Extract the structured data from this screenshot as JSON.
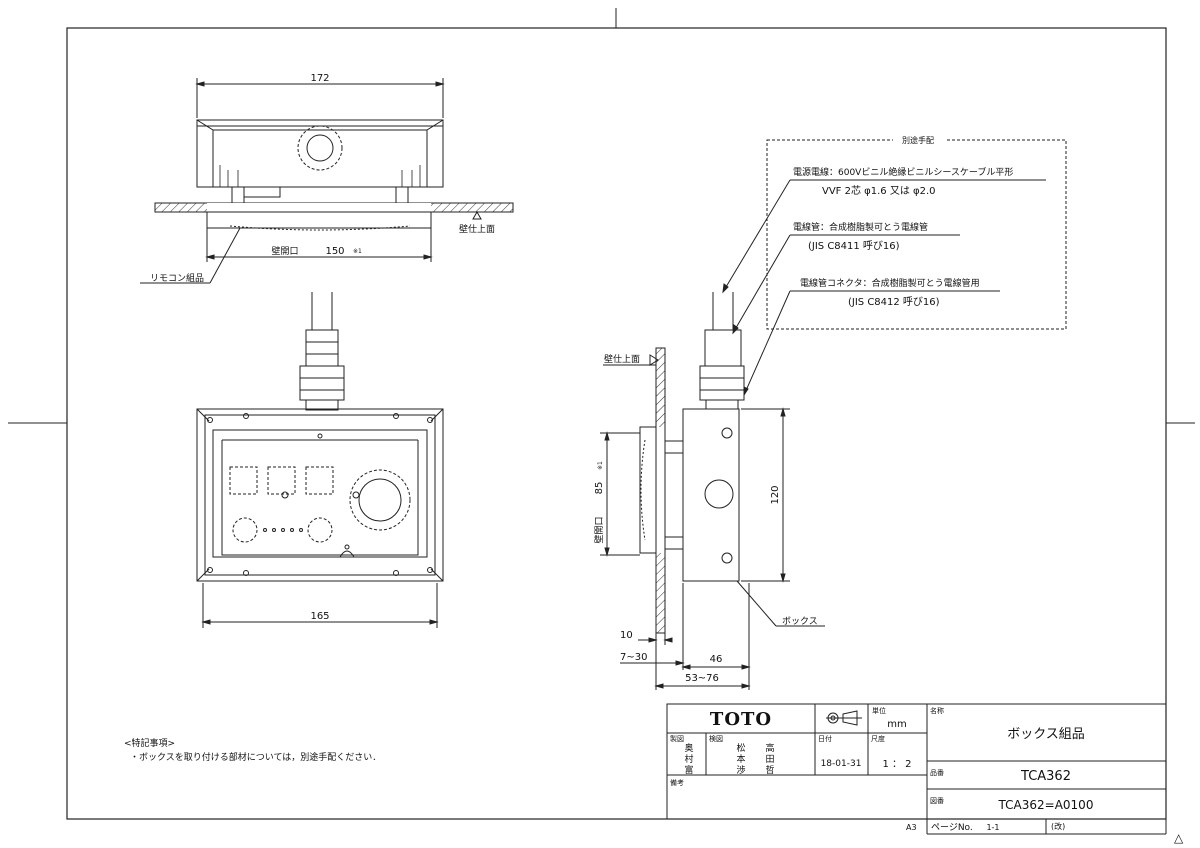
{
  "dimensions": {
    "top_width": "172",
    "wall_opening_top": "壁開口",
    "wall_opening_top_value": "150",
    "wall_opening_top_note": "※1",
    "front_width": "165",
    "side_height": "120",
    "wall_opening_side": "壁開口",
    "wall_opening_side_value": "85",
    "wall_opening_side_note": "※1",
    "offset_10": "10",
    "offset_7_30": "7~30",
    "depth_46": "46",
    "depth_53_76": "53~76"
  },
  "labels": {
    "wall_finish_top": "壁仕上面",
    "wall_finish_side": "壁仕上面",
    "remote_assembly": "リモコン組品",
    "box": "ボックス",
    "separate_supply_title": "別途手配",
    "power_cable": "電源電線：600Vビニル絶縁ビニルシースケーブル平形",
    "power_cable_spec": "VVF  2芯  φ1.6  又は  φ2.0",
    "conduit": "電線管：合成樹脂製可とう電線管",
    "conduit_spec": "(JIS  C8411  呼び16)",
    "conduit_connector": "電線管コネクタ：合成樹脂製可とう電線管用",
    "conduit_connector_spec": "(JIS  C8412  呼び16)"
  },
  "notes": {
    "title": "<特記事項>",
    "line1": "・ボックスを取り付ける部材については，別途手配ください．"
  },
  "title_block": {
    "logo": "TOTO",
    "unit_label": "単位",
    "unit": "mm",
    "name_label": "名称",
    "name": "ボックス組品",
    "drawn_label": "製図",
    "drawn_by": [
      "奥",
      "村",
      "富"
    ],
    "checked_label": "検図",
    "checked_by_1": [
      "松",
      "本",
      "渉"
    ],
    "checked_by_2": [
      "高",
      "田",
      "哲"
    ],
    "date_label": "日付",
    "date": "18-01-31",
    "scale_label": "尺度",
    "scale": "1 ： 2",
    "part_no_label": "品番",
    "part_no": "TCA362",
    "drawing_no_label": "図番",
    "drawing_no": "TCA362=A0100",
    "remarks_label": "備考",
    "sheet_size": "A3",
    "page_label": "ページNo.",
    "page": "1-1",
    "revision": "(改)"
  }
}
